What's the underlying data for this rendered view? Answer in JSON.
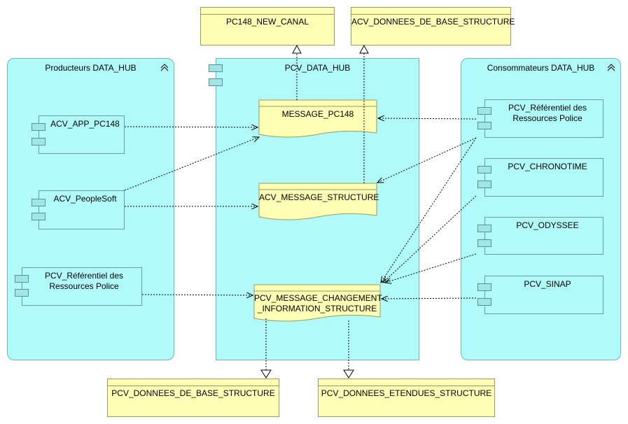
{
  "groups": {
    "producers": "Producteurs DATA_HUB",
    "pcv_hub": "PCV_DATA_HUB",
    "consumers": "Consommateurs DATA_HUB"
  },
  "top_boxes": {
    "pc148_new_canal": "PC148_NEW_CANAL",
    "acv_donnees_base": "ACV_DONNEES_DE_BASE_STRUCTURE"
  },
  "bottom_boxes": {
    "pcv_donnees_base": "PCV_DONNEES_DE_BASE_STRUCTURE",
    "pcv_donnees_etendues": "PCV_DONNEES_ETENDUES_STRUCTURE"
  },
  "producers": {
    "acv_app_pc148": "ACV_APP_PC148",
    "acv_peoplesoft": "ACV_PeopleSoft",
    "pcv_referentiel_line1": "PCV_Référentiel des",
    "pcv_referentiel_line2": "Ressources Police"
  },
  "messages": {
    "message_pc148": "MESSAGE_PC148",
    "acv_message_structure": "ACV_MESSAGE_STRUCTURE",
    "pcv_message_line1": "PCV_MESSAGE_CHANGEMENT",
    "pcv_message_line2": "_INFORMATION_STRUCTURE"
  },
  "consumers": {
    "pcv_referentiel_line1": "PCV_Référentiel des",
    "pcv_referentiel_line2": "Ressources Police",
    "pcv_chronotime": "PCV_CHRONOTIME",
    "pcv_odyssee": "PCV_ODYSSEE",
    "pcv_sinap": "PCV_SINAP"
  },
  "icons": [
    "component-icon",
    "collapse-chevron-icon",
    "arrowhead-icon"
  ],
  "colors": {
    "group_fill": "#b0fafa",
    "artifact_fill": "#ffffb5",
    "line": "#000000"
  }
}
